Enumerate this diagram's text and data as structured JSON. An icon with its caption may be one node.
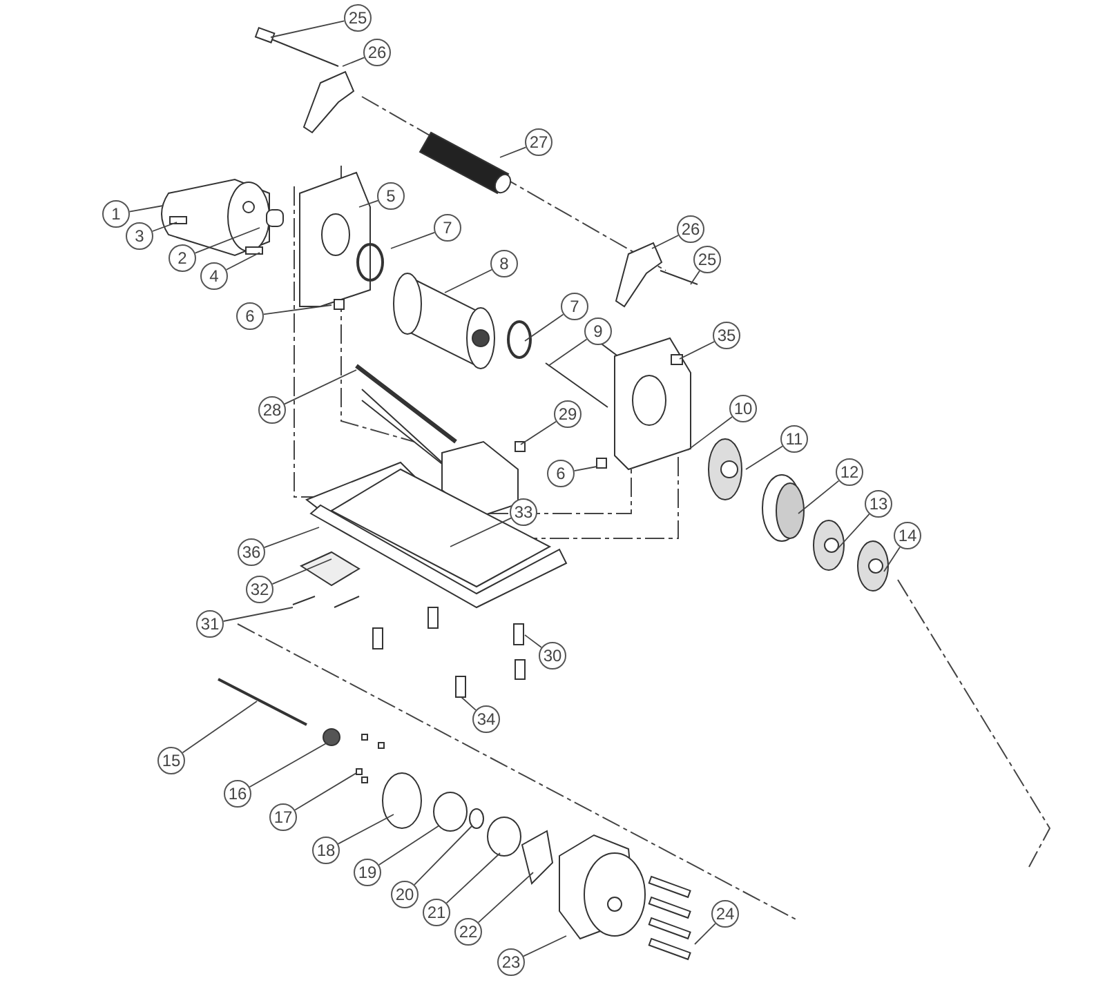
{
  "diagram": {
    "nodes": [
      {
        "text": [
          "25"
        ]
      },
      {
        "text": [
          "26"
        ]
      },
      {
        "text": [
          "27"
        ]
      },
      {
        "text": [
          "1"
        ]
      },
      {
        "text": [
          "3"
        ]
      },
      {
        "text": [
          "2"
        ]
      },
      {
        "text": [
          "4"
        ]
      },
      {
        "text": [
          "5"
        ]
      },
      {
        "text": [
          "7"
        ]
      },
      {
        "text": [
          "8"
        ]
      },
      {
        "text": [
          "6"
        ]
      },
      {
        "text": [
          "7"
        ]
      },
      {
        "text": [
          "9"
        ]
      },
      {
        "text": [
          "26"
        ]
      },
      {
        "text": [
          "25"
        ]
      },
      {
        "text": [
          "35"
        ]
      },
      {
        "text": [
          "28"
        ]
      },
      {
        "text": [
          "29"
        ]
      },
      {
        "text": [
          "10"
        ]
      },
      {
        "text": [
          "6"
        ]
      },
      {
        "text": [
          "11"
        ]
      },
      {
        "text": [
          "12"
        ]
      },
      {
        "text": [
          "33"
        ]
      },
      {
        "text": [
          "13"
        ]
      },
      {
        "text": [
          "36"
        ]
      },
      {
        "text": [
          "14"
        ]
      },
      {
        "text": [
          "32"
        ]
      },
      {
        "text": [
          "31"
        ]
      },
      {
        "text": [
          "30"
        ]
      },
      {
        "text": [
          "34"
        ]
      },
      {
        "text": [
          "15"
        ]
      },
      {
        "text": [
          "16"
        ]
      },
      {
        "text": [
          "17"
        ]
      },
      {
        "text": [
          "18"
        ]
      },
      {
        "text": [
          "19"
        ]
      },
      {
        "text": [
          "20"
        ]
      },
      {
        "text": [
          "21"
        ]
      },
      {
        "text": [
          "22"
        ]
      },
      {
        "text": [
          "23"
        ]
      },
      {
        "text": [
          "24"
        ]
      }
    ],
    "edges": [
      {
        "from": 0,
        "to": null,
        "arrow": "none"
      },
      {
        "from": 1,
        "to": null,
        "arrow": "none"
      },
      {
        "from": 2,
        "to": null,
        "arrow": "none"
      },
      {
        "from": 3,
        "to": null,
        "arrow": "none"
      },
      {
        "from": 4,
        "to": null,
        "arrow": "none"
      },
      {
        "from": 5,
        "to": null,
        "arrow": "none"
      },
      {
        "from": 6,
        "to": null,
        "arrow": "none"
      },
      {
        "from": 7,
        "to": null,
        "arrow": "none"
      },
      {
        "from": 8,
        "to": null,
        "arrow": "none"
      },
      {
        "from": 9,
        "to": null,
        "arrow": "none"
      },
      {
        "from": 10,
        "to": null,
        "arrow": "none"
      },
      {
        "from": 11,
        "to": null,
        "arrow": "none"
      },
      {
        "from": 12,
        "to": null,
        "arrow": "none"
      },
      {
        "from": 13,
        "to": null,
        "arrow": "none"
      },
      {
        "from": 14,
        "to": null,
        "arrow": "none"
      },
      {
        "from": 15,
        "to": null,
        "arrow": "none"
      },
      {
        "from": 16,
        "to": null,
        "arrow": "none"
      },
      {
        "from": 17,
        "to": null,
        "arrow": "none"
      },
      {
        "from": 18,
        "to": null,
        "arrow": "none"
      },
      {
        "from": 19,
        "to": null,
        "arrow": "none"
      },
      {
        "from": 20,
        "to": null,
        "arrow": "none"
      },
      {
        "from": 21,
        "to": null,
        "arrow": "none"
      },
      {
        "from": 22,
        "to": null,
        "arrow": "none"
      },
      {
        "from": 23,
        "to": null,
        "arrow": "none"
      },
      {
        "from": 24,
        "to": null,
        "arrow": "none"
      },
      {
        "from": 25,
        "to": null,
        "arrow": "none"
      },
      {
        "from": 26,
        "to": null,
        "arrow": "none"
      },
      {
        "from": 27,
        "to": null,
        "arrow": "none"
      },
      {
        "from": 28,
        "to": null,
        "arrow": "none"
      },
      {
        "from": 29,
        "to": null,
        "arrow": "none"
      },
      {
        "from": 30,
        "to": null,
        "arrow": "none"
      },
      {
        "from": 31,
        "to": null,
        "arrow": "none"
      },
      {
        "from": 32,
        "to": null,
        "arrow": "none"
      },
      {
        "from": 33,
        "to": null,
        "arrow": "none"
      },
      {
        "from": 34,
        "to": null,
        "arrow": "none"
      },
      {
        "from": 35,
        "to": null,
        "arrow": "none"
      },
      {
        "from": 36,
        "to": null,
        "arrow": "none"
      },
      {
        "from": 37,
        "to": null,
        "arrow": "none"
      },
      {
        "from": 38,
        "to": null,
        "arrow": "none"
      },
      {
        "from": 39,
        "to": null,
        "arrow": "none"
      }
    ]
  }
}
